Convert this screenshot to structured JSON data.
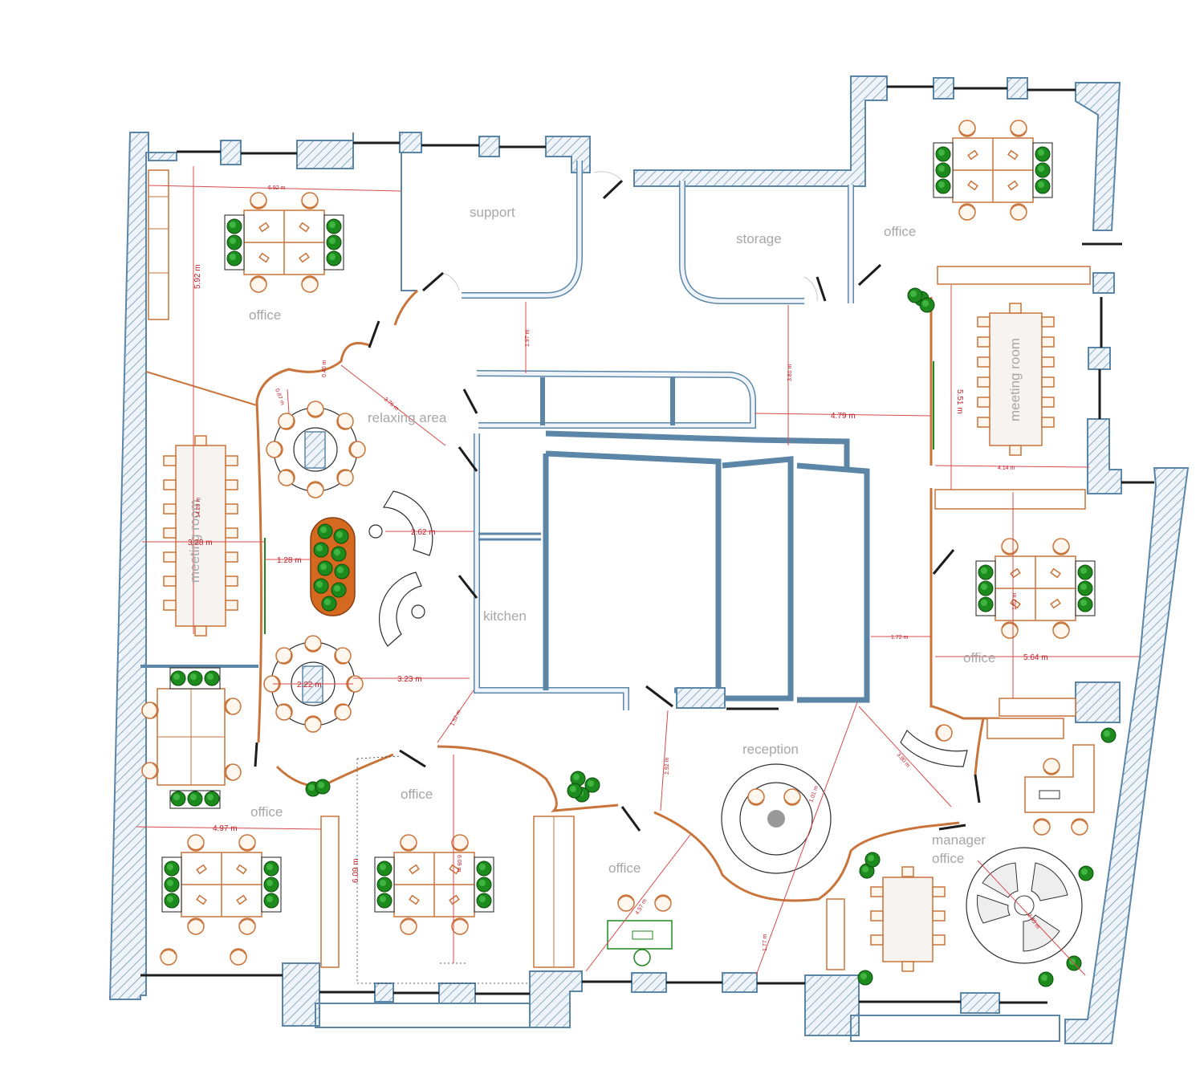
{
  "rooms": {
    "office_nw": "office",
    "support": "support",
    "storage": "storage",
    "office_ne": "office",
    "meeting_room_e": "meeting room",
    "relaxing_area": "relaxing area",
    "meeting_room_w": "meeting room",
    "kitchen": "kitchen",
    "office_e": "office",
    "reception": "reception",
    "office_sw": "office",
    "office_s": "office",
    "office_mid": "office",
    "manager_office_1": "manager",
    "manager_office_2": "office"
  },
  "dimensions": {
    "d692": "6.92 m",
    "d592": "5.92 m",
    "d197": "1.97 m",
    "d381": "3.81 m",
    "d479": "4.79 m",
    "d551": "5.51 m",
    "d414": "4.14 m",
    "d262": "2.62 m",
    "d128": "1.28 m",
    "d328": "3.28 m",
    "d1420": "14.20 m",
    "d323": "3.23 m",
    "d222": "2.22 m",
    "d564": "5.64 m",
    "d172": "1.72 m",
    "d497": "4.97 m",
    "d609": "6.09 m",
    "d292": "2.92 m",
    "d380": "3.80 m",
    "d177": "1.77 m",
    "d101": "1.01 m",
    "d152": "1.52 m",
    "d376": "3.76 m",
    "d087": "0.87 m",
    "d040": "0.40 m",
    "d457": "4.57 m",
    "d162": "1.62 m",
    "d609b": "6.09 m",
    "d245": "2.45 m"
  },
  "colors": {
    "wall_stroke": "#5b86a8",
    "furniture": "#c9743a",
    "plant": "#1d8a1d",
    "dimension": "#c0202a",
    "label": "#a7a7a7"
  }
}
